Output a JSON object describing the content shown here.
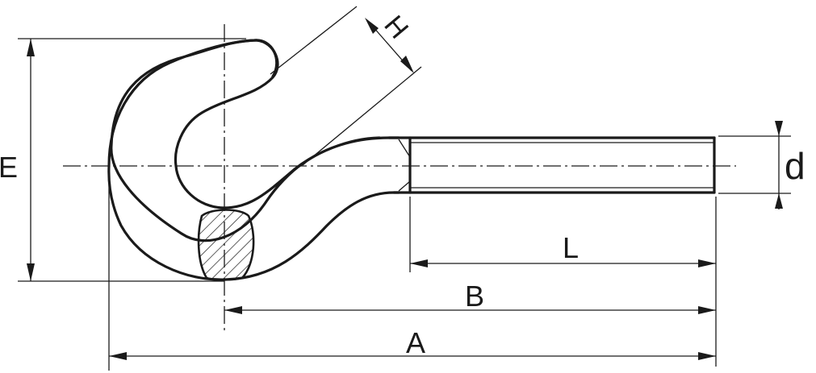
{
  "labels": {
    "E": "E",
    "H": "H",
    "d": "d",
    "L": "L",
    "B": "B",
    "A": "A"
  }
}
